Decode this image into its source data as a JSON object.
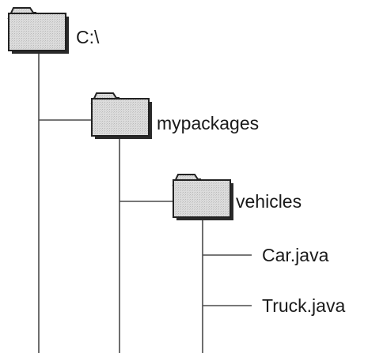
{
  "tree": {
    "root": {
      "label": "C:\\",
      "icon": "folder-icon"
    },
    "package": {
      "label": "mypackages",
      "icon": "folder-icon"
    },
    "subpackage": {
      "label": "vehicles",
      "icon": "folder-icon"
    },
    "files": [
      {
        "label": "Car.java"
      },
      {
        "label": "Truck.java"
      }
    ]
  },
  "colors": {
    "folder_fill": "#d8d8d8",
    "folder_outline": "#222222",
    "line": "#4a4a4a",
    "text": "#1a1a1a"
  }
}
